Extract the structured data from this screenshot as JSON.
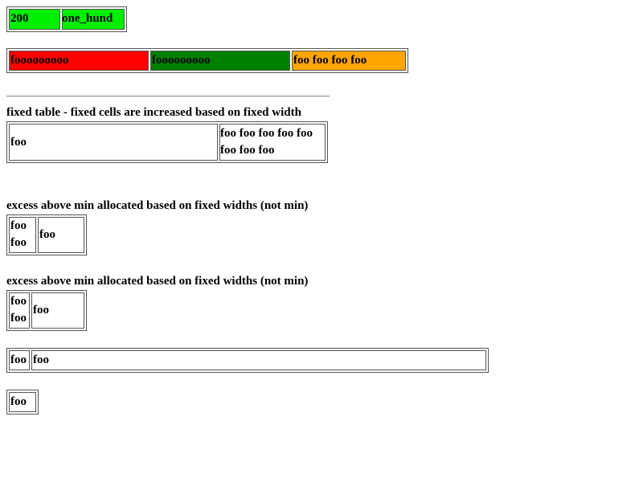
{
  "t1": {
    "bg": "#00ee00",
    "cells": [
      "200",
      "one_hund"
    ]
  },
  "t2": {
    "cells": [
      {
        "text": "fooooooooo",
        "bg": "#ff0000"
      },
      {
        "text": "fooooooooo",
        "bg": "#008000"
      },
      {
        "text": "foo foo foo foo",
        "bg": "#ffa500"
      }
    ]
  },
  "t3": {
    "caption": "fixed table - fixed cells are increased based on fixed width",
    "cells": [
      "foo",
      "foo foo foo foo foo",
      "foo foo foo"
    ]
  },
  "t4": {
    "caption": "excess above min allocated based on fixed widths (not min)",
    "cells": [
      "foo",
      "foo",
      "foo"
    ]
  },
  "t5": {
    "caption": "excess above min allocated based on fixed widths (not min)",
    "cells": [
      "foo",
      "foo",
      "foo"
    ]
  },
  "t6": {
    "cells": [
      "foo",
      "foo"
    ]
  },
  "t7": {
    "cells": [
      "foo"
    ]
  }
}
